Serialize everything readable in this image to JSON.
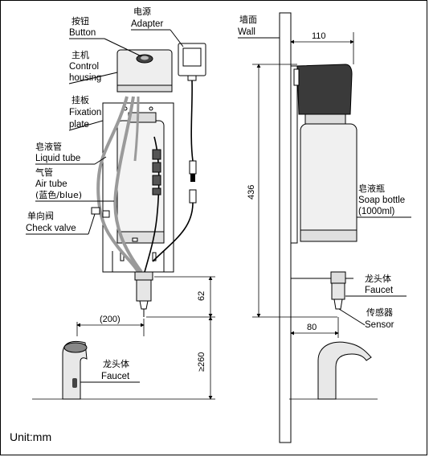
{
  "unit_label": "Unit:mm",
  "labels": {
    "button_cn": "按钮",
    "button_en": "Button",
    "adapter_cn": "电源",
    "adapter_en": "Adapter",
    "housing_cn": "主机",
    "housing_en1": "Control",
    "housing_en2": "housing",
    "plate_cn": "挂板",
    "plate_en1": "Fixation",
    "plate_en2": "plate",
    "liquid_cn": "皂液管",
    "liquid_en": "Liquid tube",
    "air_cn": "气管",
    "air_en1": "Air tube",
    "air_en2": "(蓝色/blue)",
    "check_cn": "单向阀",
    "check_en": "Check valve",
    "wall_cn": "墙面",
    "wall_en": "Wall",
    "bottle_cn": "皂液瓶",
    "bottle_en": "Soap bottle",
    "bottle_vol": "(1000ml)",
    "faucet_cn": "龙头体",
    "faucet_en": "Faucet",
    "sensor_cn": "传感器",
    "sensor_en": "Sensor",
    "faucet2_cn": "龙头体",
    "faucet2_en": "Faucet"
  },
  "dimensions": {
    "d110": "110",
    "d436": "436",
    "d62": "62",
    "d200": "(200)",
    "d260": "≥260",
    "d80": "80"
  },
  "colors": {
    "tube_gray": "#9a9a9a",
    "housing_fill": "#eeeeee",
    "housing_side": "#3a3a3a",
    "bottle_fill": "#f0f0f0"
  }
}
